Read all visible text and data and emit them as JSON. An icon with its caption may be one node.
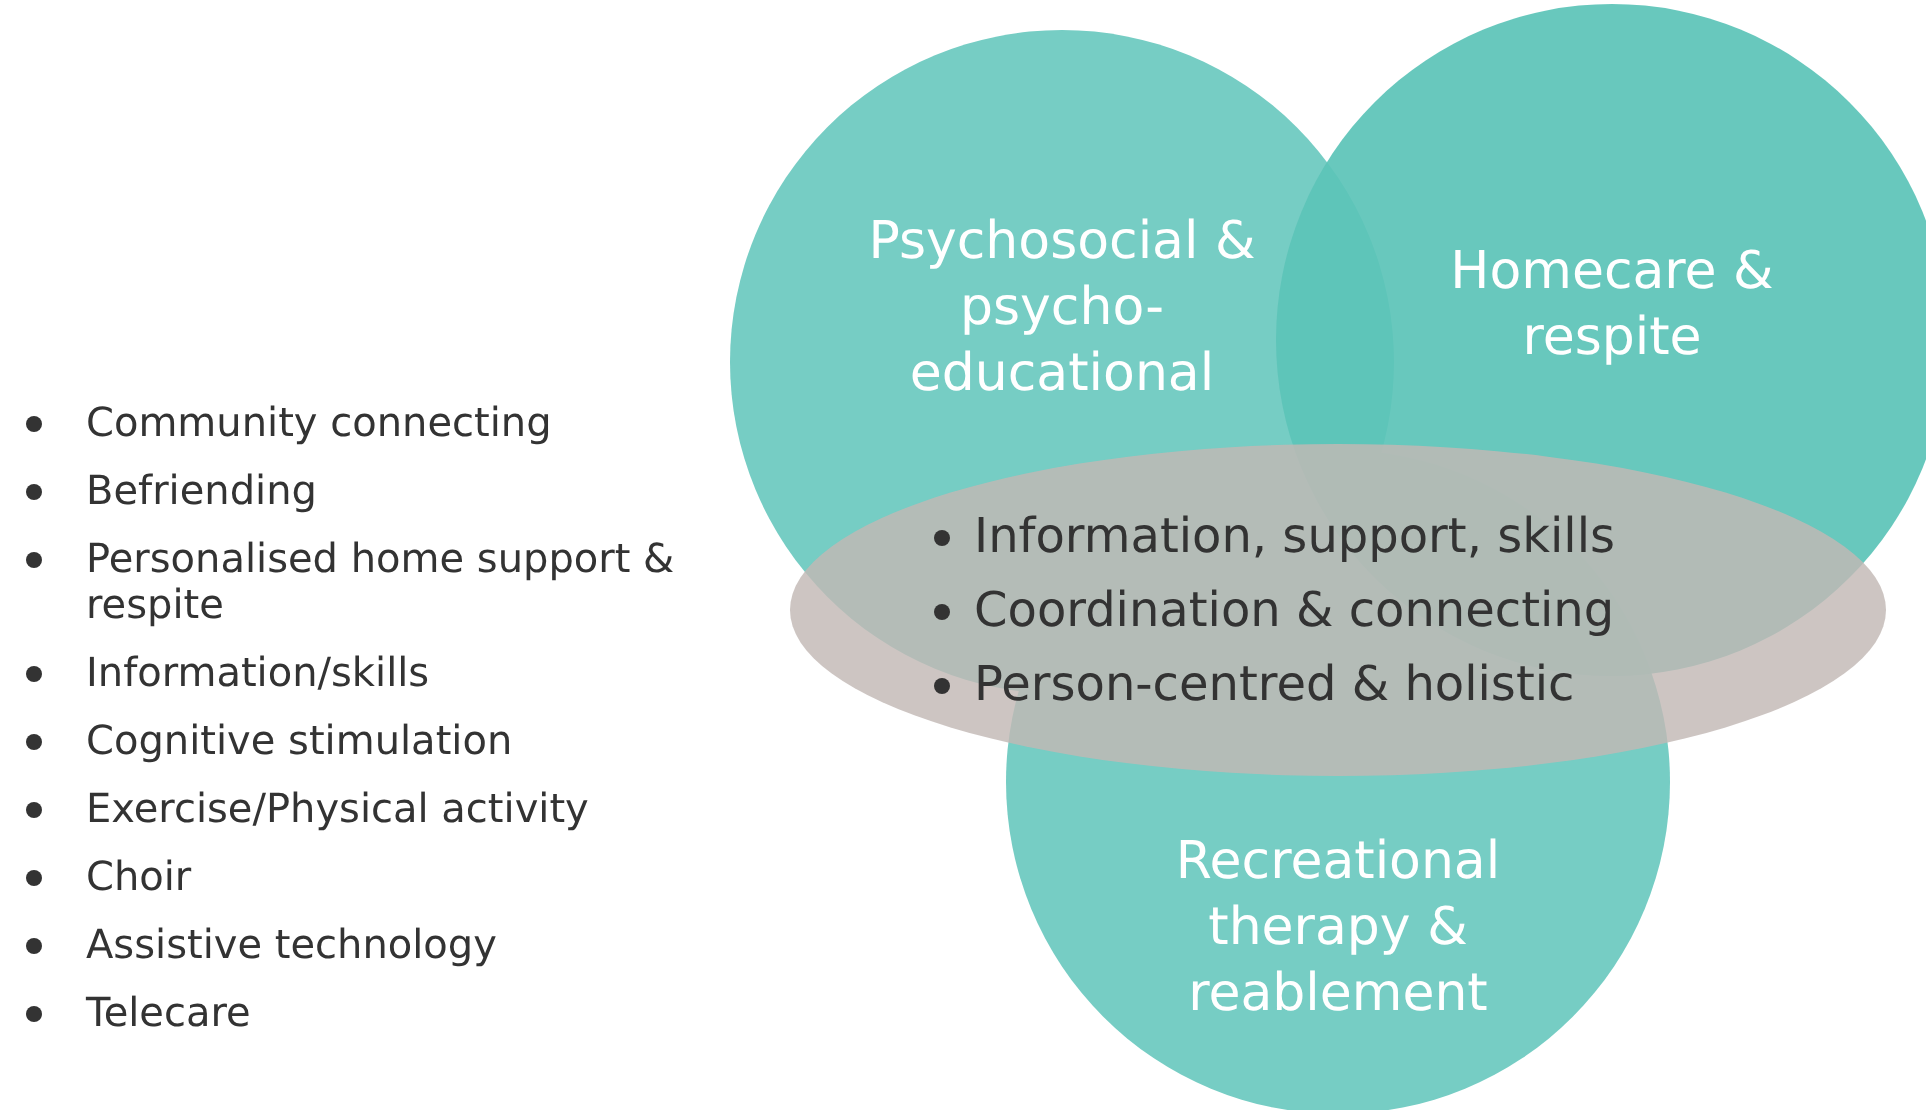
{
  "diagram": {
    "nodes": [
      {
        "text": [
          "Psychosocial & psycho-educational"
        ]
      },
      {
        "text": [
          "Homecare & respite"
        ]
      },
      {
        "text": [
          "Recreational therapy & reablement"
        ]
      },
      {
        "text": [
          "Information, support, skills",
          "Coordination & connecting",
          "Person-centred & holistic"
        ]
      }
    ],
    "labels": [
      "Community connecting",
      "Befriending",
      "Personalised home support & respite",
      "Information/skills",
      "Cognitive stimulation",
      "Exercise/Physical activity",
      "Choir",
      "Assistive technology",
      "Telecare"
    ]
  }
}
